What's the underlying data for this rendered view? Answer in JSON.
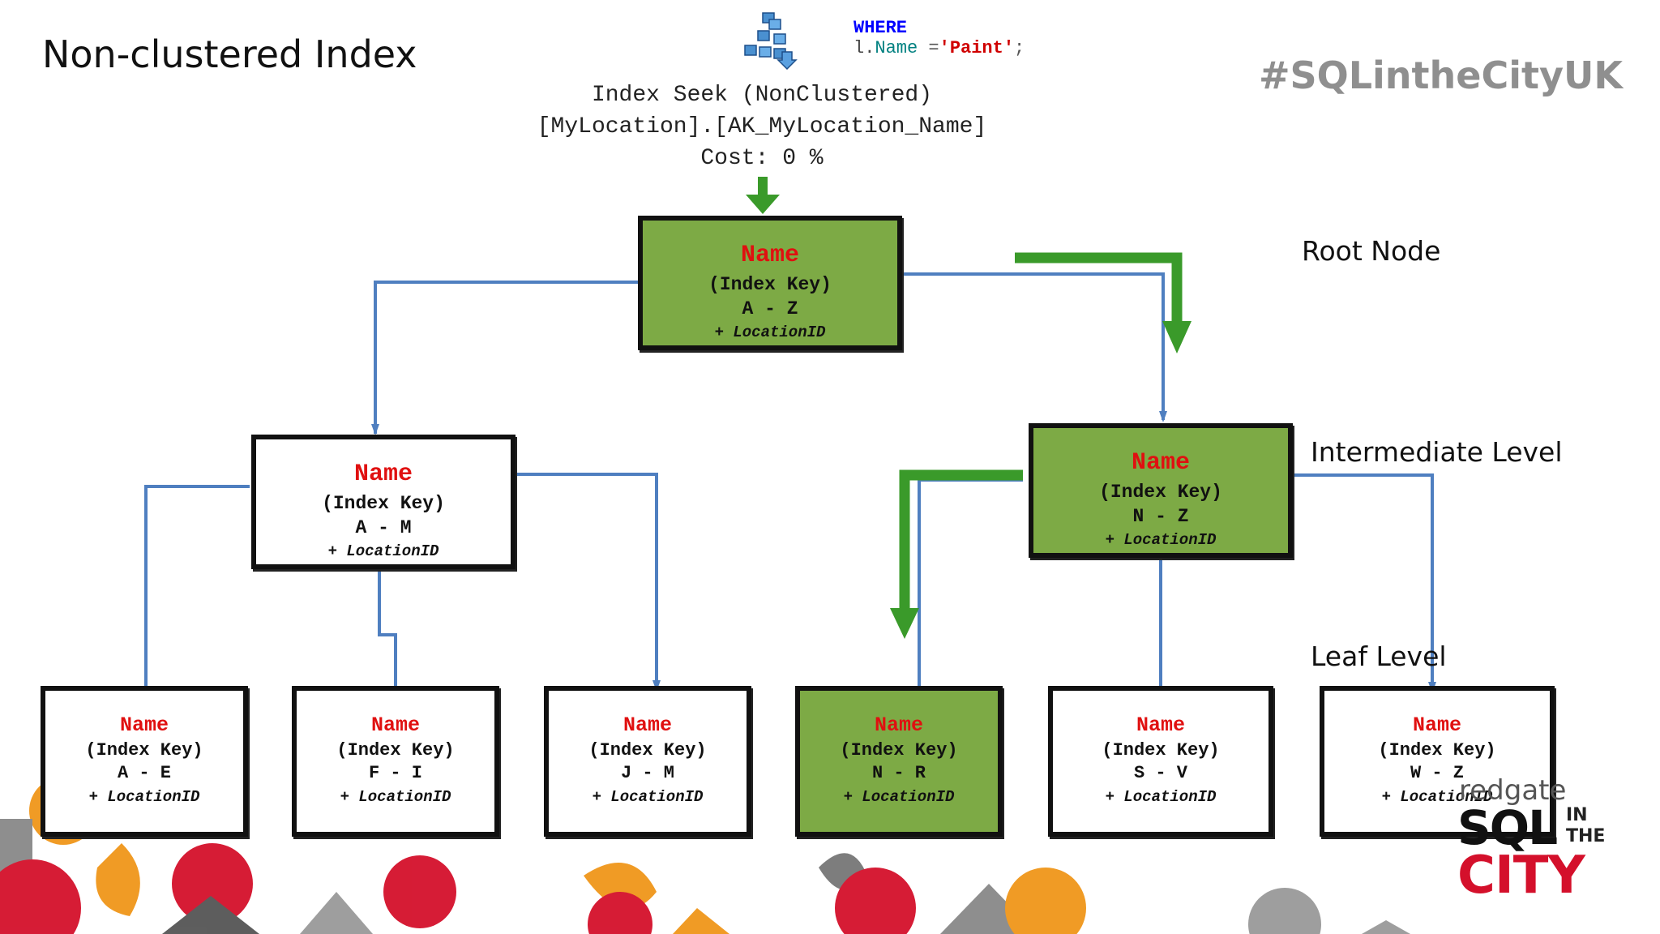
{
  "slide": {
    "title": "Non-clustered Index",
    "hashtag": "#SQLintheCityUK"
  },
  "query": {
    "where": "WHERE",
    "alias": "l.",
    "column": "Name",
    "op": " =",
    "value": "'Paint'",
    "end": ";"
  },
  "operator": {
    "line1": "Index Seek (NonClustered)",
    "line2": "[MyLocation].[AK_MyLocation_Name]",
    "line3": "Cost: 0 %"
  },
  "levels": {
    "root": "Root Node",
    "intermediate": "Intermediate Level",
    "leaf": "Leaf Level"
  },
  "nodes": {
    "root": {
      "name": "Name",
      "key": "(Index Key)",
      "range": "A - Z",
      "include": "+ LocationID"
    },
    "int_am": {
      "name": "Name",
      "key": "(Index Key)",
      "range": "A - M",
      "include": "+ LocationID"
    },
    "int_nz": {
      "name": "Name",
      "key": "(Index Key)",
      "range": "N - Z",
      "include": "+ LocationID"
    },
    "leaf_ae": {
      "name": "Name",
      "key": "(Index Key)",
      "range": "A - E",
      "include": "+ LocationID"
    },
    "leaf_fi": {
      "name": "Name",
      "key": "(Index Key)",
      "range": "F - I",
      "include": "+ LocationID"
    },
    "leaf_jm": {
      "name": "Name",
      "key": "(Index Key)",
      "range": "J - M",
      "include": "+ LocationID"
    },
    "leaf_nr": {
      "name": "Name",
      "key": "(Index Key)",
      "range": "N - R",
      "include": "+ LocationID"
    },
    "leaf_sv": {
      "name": "Name",
      "key": "(Index Key)",
      "range": "S - V",
      "include": "+ LocationID"
    },
    "leaf_wz": {
      "name": "Name",
      "key": "(Index Key)",
      "range": "W - Z",
      "include": "+ LocationID"
    }
  },
  "brand": {
    "company": "redgate",
    "sql": "SQL",
    "in": "IN",
    "the": "THE",
    "city": "CITY"
  },
  "colors": {
    "match_green": "#7daa45",
    "seek_arrow": "#3a9a2a",
    "pointer_blue": "#4f7fc0",
    "name_red": "#e01010",
    "accent_red": "#d4102b",
    "accent_orange": "#f0961a"
  }
}
